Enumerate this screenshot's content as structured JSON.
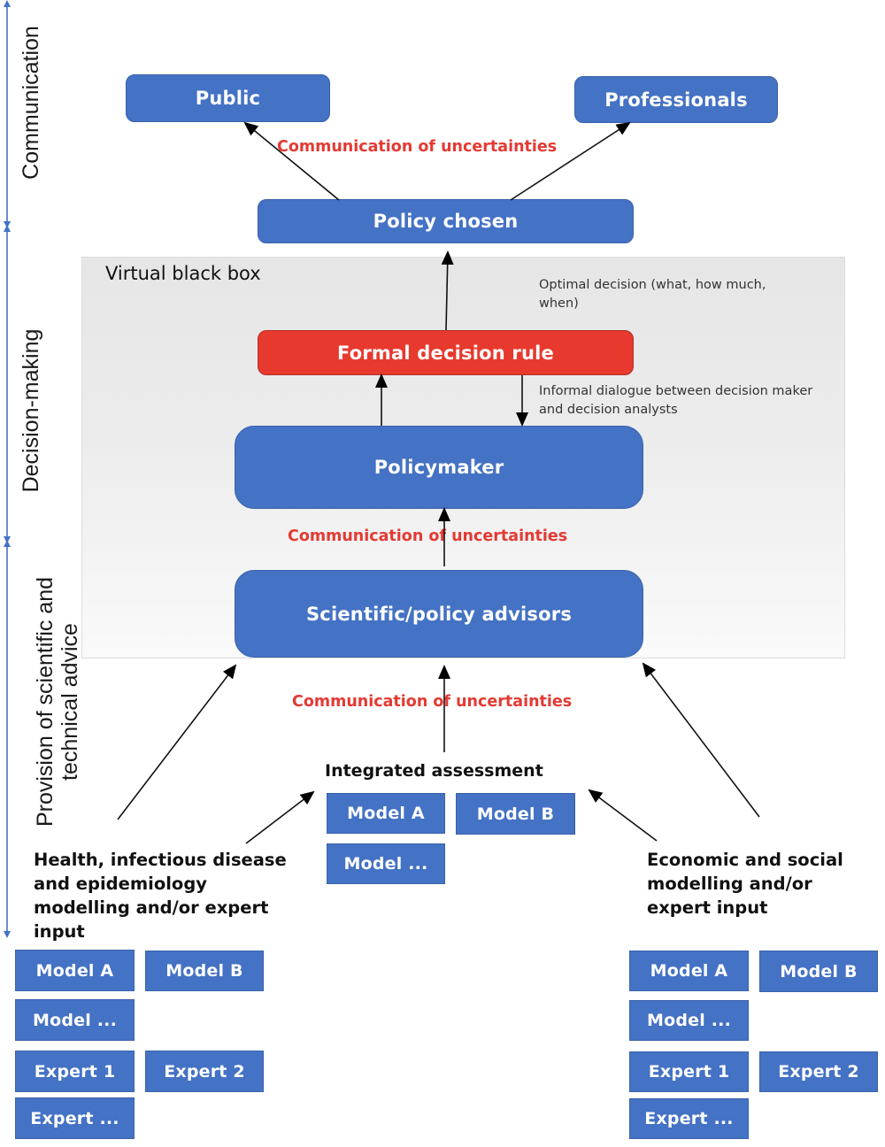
{
  "colors": {
    "box_blue": "#4472c4",
    "box_red": "#e8392e",
    "uncertainty_red": "#e43a33",
    "axis_blue": "#4472c4"
  },
  "side_axis": {
    "sections": [
      {
        "label": "Communication"
      },
      {
        "label": "Decision-making"
      },
      {
        "label": "Provision of scientific and technical advice"
      }
    ]
  },
  "top": {
    "public": "Public",
    "professionals": "Professionals",
    "communication_label": "Communication of uncertainties",
    "policy_chosen": "Policy chosen"
  },
  "black_box": {
    "title": "Virtual black box",
    "optimal_note": "Optimal decision (what, how much, when)",
    "formal_rule": "Formal decision rule",
    "dialogue_note": "Informal dialogue between decision maker and decision analysts",
    "policymaker": "Policymaker",
    "communication_label": "Communication of uncertainties",
    "advisors": "Scientific/policy advisors"
  },
  "lower": {
    "communication_label": "Communication of uncertainties",
    "integrated": {
      "title": "Integrated assessment",
      "items": [
        "Model A",
        "Model B",
        "Model ..."
      ]
    },
    "health": {
      "title": "Health, infectious disease and epidemiology modelling and/or expert input",
      "items": [
        "Model A",
        "Model B",
        "Model ...",
        "Expert 1",
        "Expert 2",
        "Expert ..."
      ]
    },
    "economic": {
      "title": "Economic and social modelling and/or expert input",
      "items": [
        "Model A",
        "Model B",
        "Model ...",
        "Expert 1",
        "Expert 2",
        "Expert ..."
      ]
    }
  }
}
